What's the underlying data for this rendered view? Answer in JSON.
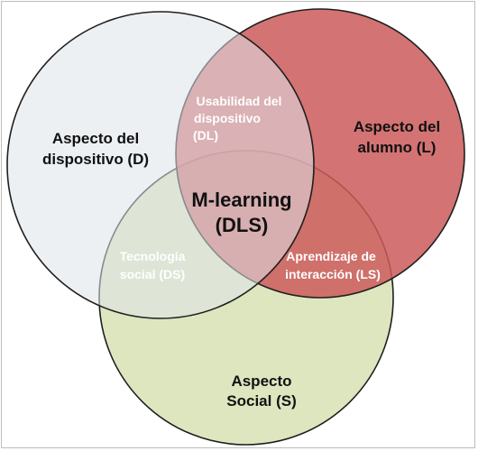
{
  "diagram": {
    "sets": {
      "device": {
        "line1": "Aspecto del",
        "line2": "dispositivo (D)",
        "fill": "#dfe4ea",
        "stroke": "#1f1f1f"
      },
      "learner": {
        "line1": "Aspecto del",
        "line2": "alumno (L)",
        "fill": "#cc5a5a",
        "stroke": "#1f1f1f"
      },
      "social": {
        "line1": "Aspecto",
        "line2": "Social (S)",
        "fill": "#d9e3b8",
        "stroke": "#1f1f1f"
      }
    },
    "intersections": {
      "device_learner": {
        "line1": "Usabilidad del",
        "line2": "dispositivo",
        "line3": "(DL)"
      },
      "device_social": {
        "line1": "Tecnología",
        "line2": "social (DS)"
      },
      "learner_social": {
        "line1": "Aprendizaje de",
        "line2": "interacción (LS)"
      },
      "center": {
        "line1": "M-learning",
        "line2": "(DLS)"
      }
    }
  }
}
